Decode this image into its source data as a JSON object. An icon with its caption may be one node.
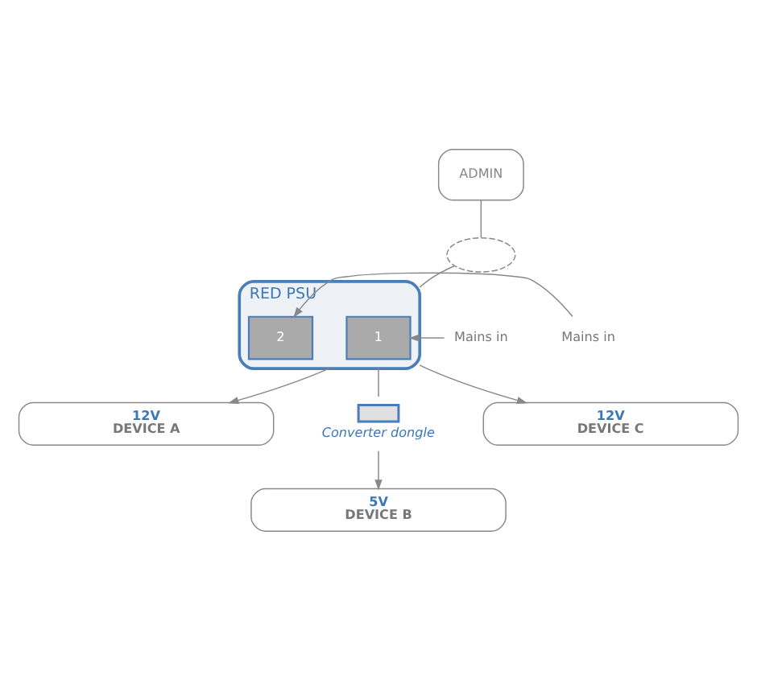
{
  "diagram": {
    "nodes": [
      {
        "text": [
          "ADMIN"
        ]
      },
      {
        "text": [],
        "shape": "cloud"
      },
      {
        "text": [
          "RED PSU"
        ]
      },
      {
        "text": [
          "1"
        ],
        "in": 2
      },
      {
        "text": [
          "2"
        ],
        "in": 2
      },
      {
        "text": [
          "Mains in"
        ]
      },
      {
        "text": [
          "Mains in"
        ]
      },
      {
        "text": [
          "12V",
          "DEVICE A"
        ]
      },
      {
        "text": [],
        "shape": "box",
        "beside": [
          "Converter dongle"
        ]
      },
      {
        "text": [
          "5V",
          "DEVICE B"
        ]
      },
      {
        "text": [
          "12V",
          "DEVICE C"
        ]
      }
    ],
    "edges": [
      {
        "from": 0,
        "to": 1,
        "arrow": "none"
      },
      {
        "from": 1,
        "to": 2,
        "arrow": "none"
      },
      {
        "from": 5,
        "to": 3,
        "arrow": "to"
      },
      {
        "from": 6,
        "to": 4,
        "arrow": "to"
      },
      {
        "from": 2,
        "to": 7,
        "arrow": "to"
      },
      {
        "from": 2,
        "to": 8,
        "arrow": "none"
      },
      {
        "from": 8,
        "to": 9,
        "arrow": "to"
      },
      {
        "from": 2,
        "to": 10,
        "arrow": "to"
      }
    ]
  }
}
